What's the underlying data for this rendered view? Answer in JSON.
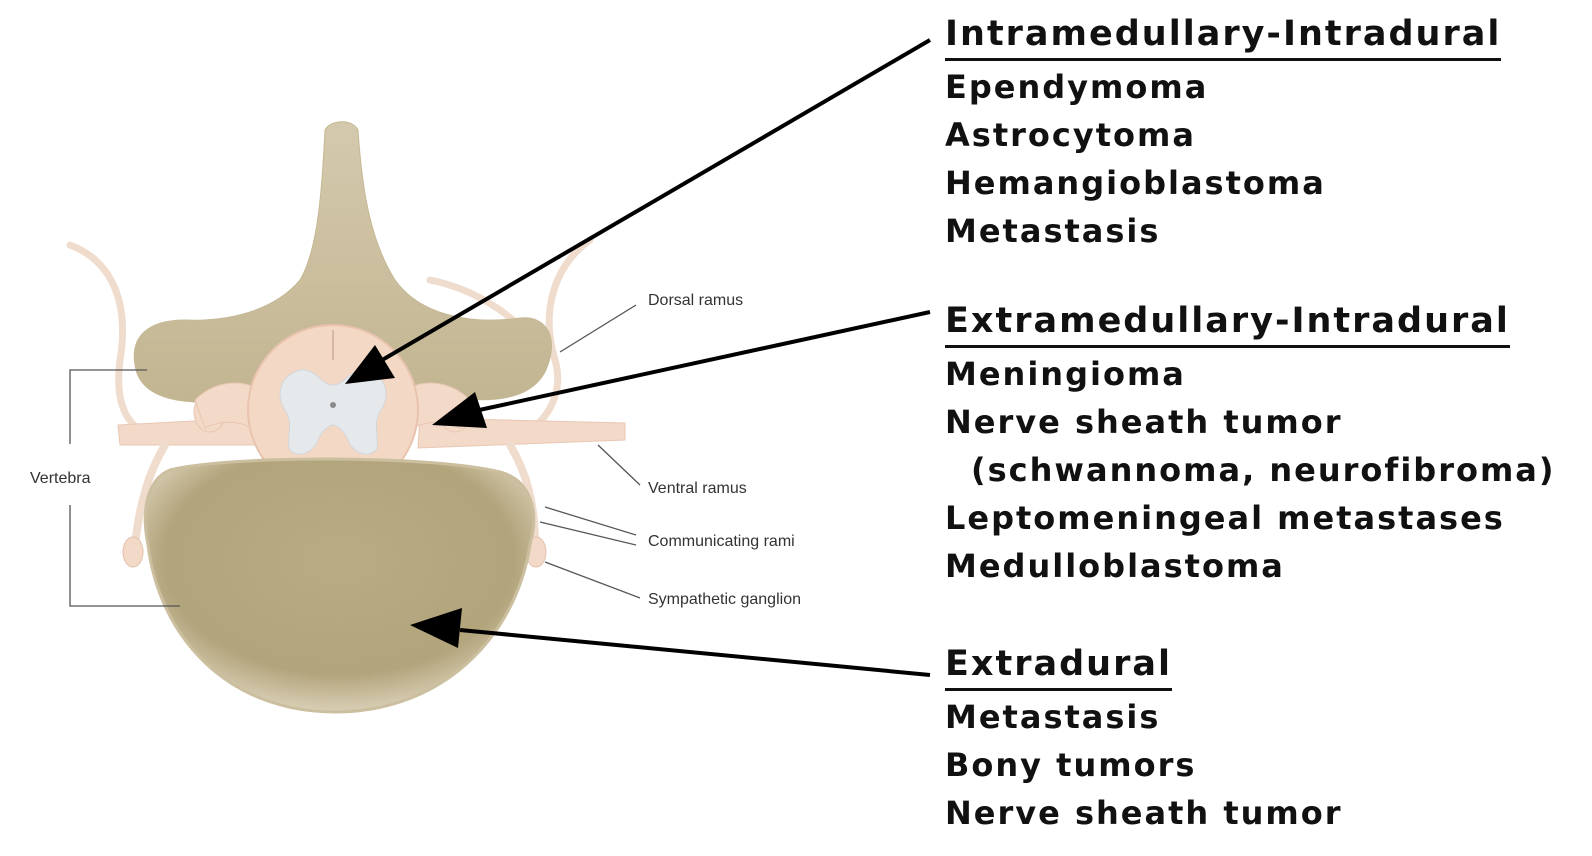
{
  "anatomy_labels": {
    "dorsal_ramus": "Dorsal ramus",
    "ventral_ramus": "Ventral ramus",
    "communicating_rami": "Communicating rami",
    "sympathetic_ganglion": "Sympathetic ganglion",
    "vertebra": "Vertebra"
  },
  "categories": [
    {
      "title": "Intramedullary-Intradural",
      "items": [
        "Ependymoma",
        "Astrocytoma",
        "Hemangioblastoma",
        "Metastasis"
      ]
    },
    {
      "title": "Extramedullary-Intradural",
      "items": [
        "Meningioma",
        "Nerve sheath tumor",
        "(schwannoma, neurofibroma)",
        "Leptomeningeal metastases",
        "Medulloblastoma"
      ]
    },
    {
      "title": "Extradural",
      "items": [
        "Metastasis",
        "Bony tumors",
        "Nerve sheath tumor"
      ]
    }
  ],
  "colors": {
    "bone": "#cfc3a6",
    "bone_dark": "#a89a73",
    "nerve": "#f3d9c8",
    "cord_grey_matter": "#e6e9ec",
    "text": "#111111",
    "arrow": "#000000"
  }
}
